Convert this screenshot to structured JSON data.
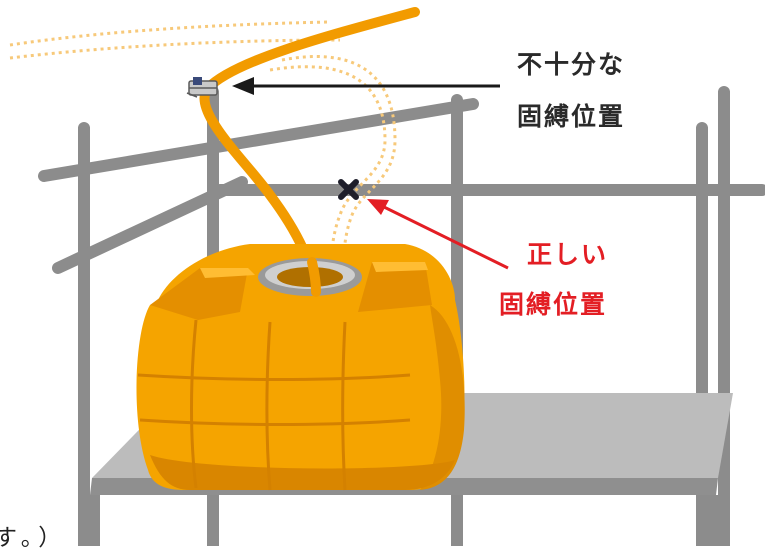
{
  "labels": {
    "insufficient_line1": "不十分な",
    "insufficient_line2": "固縛位置",
    "correct_line1": "正しい",
    "correct_line2": "固縛位置",
    "cut_off_text": "す。）"
  },
  "colors": {
    "text_dark": "#2a2a2a",
    "text_red": "#e31e24",
    "tank_orange": "#f5a400",
    "tank_orange_dark": "#e08e00",
    "tank_orange_shadow": "#c97a00",
    "hose_orange": "#f29b00",
    "hose_dotted": "#f7c97a",
    "scaffold_grey": "#8c8c8c",
    "shelf_grey": "#9d9d9d",
    "shelf_grey_light": "#bdbdbd",
    "arrow_dark": "#1a1a1a",
    "arrow_red": "#e31e24",
    "cross_mark": "#1e1e2a"
  },
  "icons": {
    "clamp": "hose-clamp-icon",
    "cross": "cross-mark-icon"
  }
}
